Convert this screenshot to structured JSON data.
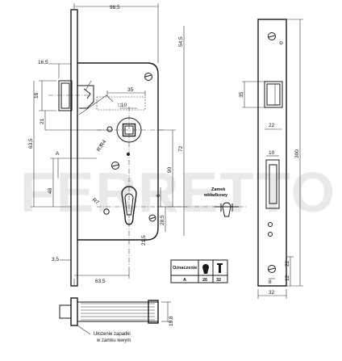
{
  "watermark": "FERRETTO",
  "dimensions": {
    "width_total": "98,5",
    "top_right": "54,5",
    "latch_offset": "16,5",
    "latch_h": "16",
    "sq_w": "35",
    "sq_size": "□10",
    "d21": "21",
    "backset": "63,5",
    "d72": "72",
    "pitch": "90",
    "dA": "A",
    "d48": "48",
    "d21b": "21,5",
    "d6": "6",
    "d285": "28,5",
    "d35": "3,5",
    "bot_635": "63,5",
    "r7": "R7",
    "r4": "R4",
    "face_w": "35",
    "face_w2": "22",
    "face_h": "300",
    "face_10": "10",
    "face_12": "12",
    "face_22": "22",
    "face_8": "8",
    "face_32": "32",
    "side_19": "19,8"
  },
  "notes": {
    "cylinder_title_1": "Zamek",
    "cylinder_title_2": "wkładkowy",
    "swap_note_1": "Ułożenie zapadki",
    "swap_note_2": "w zamku lewym"
  },
  "table": {
    "header": "Oznaczenie",
    "row_label": "A",
    "value_1": "26",
    "value_2": "32"
  }
}
